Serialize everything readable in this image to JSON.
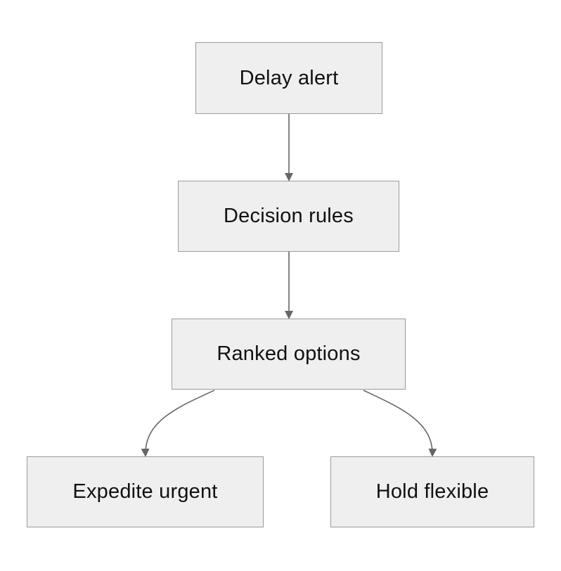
{
  "diagram": {
    "nodes": {
      "delay_alert": "Delay alert",
      "decision_rules": "Decision rules",
      "ranked_options": "Ranked options",
      "expedite_urgent": "Expedite urgent",
      "hold_flexible": "Hold flexible"
    },
    "edges": [
      {
        "from": "delay_alert",
        "to": "decision_rules"
      },
      {
        "from": "decision_rules",
        "to": "ranked_options"
      },
      {
        "from": "ranked_options",
        "to": "expedite_urgent"
      },
      {
        "from": "ranked_options",
        "to": "hold_flexible"
      }
    ],
    "colors": {
      "node_fill": "#efefef",
      "node_border": "#9a9a9a",
      "edge": "#666666",
      "text": "#111111"
    }
  }
}
